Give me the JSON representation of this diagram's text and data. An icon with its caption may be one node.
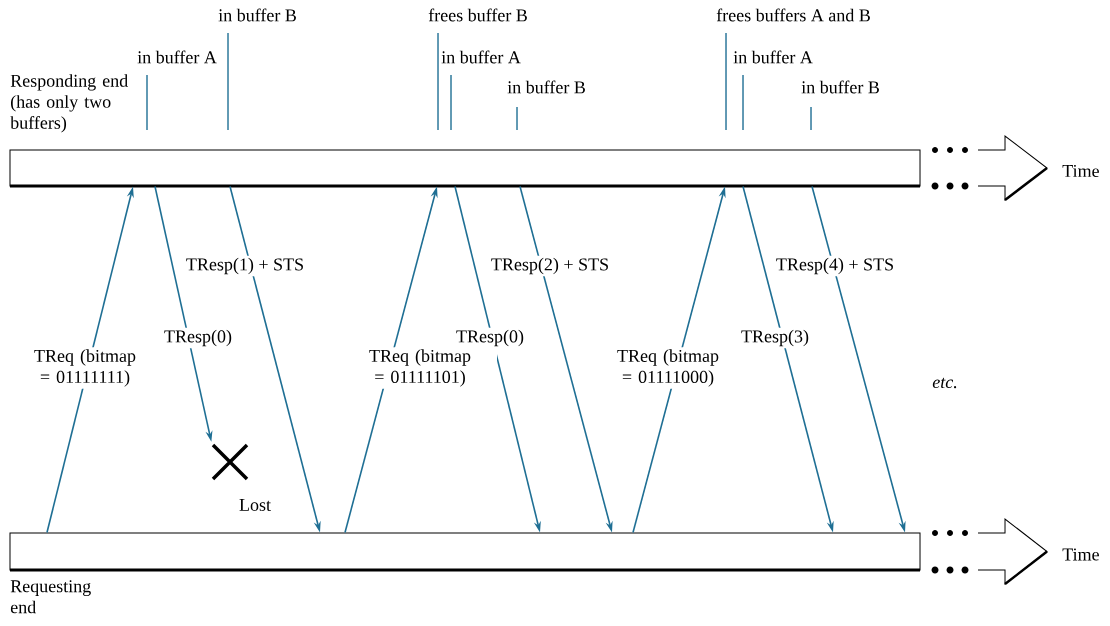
{
  "diagram": {
    "nodes": [
      {
        "text": [
          "Responding end (has only two buffers)"
        ],
        "beside": [
          "Time"
        ]
      },
      {
        "text": [
          "Requesting end"
        ],
        "beside": [
          "Time"
        ]
      },
      {
        "text": [],
        "shape": "cross"
      }
    ],
    "edges": [
      {
        "from": 1,
        "to": 0,
        "arrow": "to",
        "label": "TReq (bitmap = 01111111)"
      },
      {
        "from": 0,
        "to": 2,
        "arrow": "to",
        "label": "TResp(0)"
      },
      {
        "from": 0,
        "to": 1,
        "arrow": "to",
        "label": "TResp(1) + STS"
      },
      {
        "from": 1,
        "to": 0,
        "arrow": "to",
        "label": "TReq (bitmap = 01111101)"
      },
      {
        "from": 0,
        "to": 1,
        "arrow": "to",
        "label": "TResp(0)"
      },
      {
        "from": 0,
        "to": 1,
        "arrow": "to",
        "label": "TResp(2) + STS"
      },
      {
        "from": 1,
        "to": 0,
        "arrow": "to",
        "label": "TReq (bitmap = 01111000)"
      },
      {
        "from": 0,
        "to": 1,
        "arrow": "to",
        "label": "TResp(3)"
      },
      {
        "from": 0,
        "to": 1,
        "arrow": "to",
        "label": "TResp(4) + STS"
      }
    ],
    "labels": [
      "in buffer A",
      "in buffer B",
      "frees buffer B",
      "in buffer A",
      "in buffer B",
      "frees buffers A and B",
      "in buffer A",
      "in buffer B",
      "etc.",
      "Lost"
    ]
  }
}
